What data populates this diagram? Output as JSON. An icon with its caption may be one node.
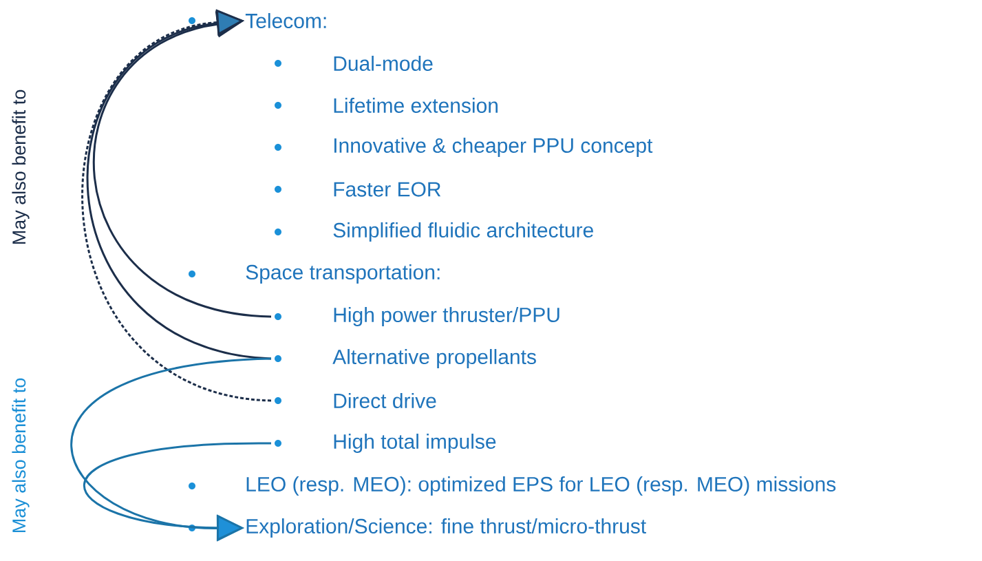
{
  "diagram": {
    "nodes": [
      {
        "text": [
          "Telecom:"
        ]
      },
      {
        "text": [
          "Dual-mode"
        ]
      },
      {
        "text": [
          "Lifetime extension"
        ]
      },
      {
        "text": [
          "Innovative & cheaper PPU concept"
        ]
      },
      {
        "text": [
          "Faster EOR"
        ]
      },
      {
        "text": [
          "Simplified fluidic architecture"
        ]
      },
      {
        "text": [
          "Space transportation:"
        ]
      },
      {
        "text": [
          "High power thruster/PPU"
        ]
      },
      {
        "text": [
          "Alternative propellants"
        ]
      },
      {
        "text": [
          "Direct drive"
        ]
      },
      {
        "text": [
          "High total impulse"
        ]
      },
      {
        "text": [
          "LEO (resp. MEO): optimized EPS for LEO (resp. MEO) missions"
        ]
      },
      {
        "text": [
          "Exploration/Science: fine thrust/micro-thrust"
        ]
      }
    ],
    "edges": [
      {
        "from": 7,
        "to": 0,
        "arrow": "to"
      },
      {
        "from": 8,
        "to": 0,
        "arrow": "to"
      },
      {
        "from": 9,
        "to": 0,
        "arrow": "to",
        "style": "dashed"
      },
      {
        "from": 8,
        "to": 12,
        "arrow": "to",
        "color": "#1b74a8"
      },
      {
        "from": 10,
        "to": 12,
        "arrow": "to",
        "color": "#1b74a8"
      }
    ],
    "labels": [
      "May also benefit to",
      "May also benefit to"
    ]
  }
}
